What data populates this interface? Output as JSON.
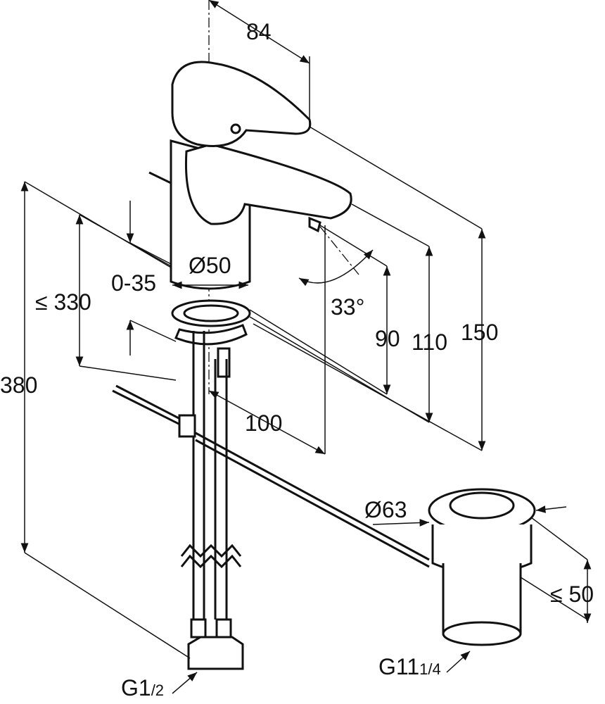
{
  "drawing": {
    "dimensions": {
      "lever_reach": "84",
      "body_diameter": "Ø50",
      "deck_thickness": "0-35",
      "max_connection_height": "≤ 330",
      "hose_length": "380",
      "spout_angle": "33°",
      "spout_height": "90",
      "outlet_height": "110",
      "total_height": "150",
      "spout_reach": "100",
      "waste_diameter": "Ø63",
      "waste_height": "≤ 50",
      "supply_thread_main": "G1",
      "supply_thread_fraction": "/2",
      "waste_thread_main": "G11",
      "waste_thread_fraction": "1/4"
    }
  }
}
